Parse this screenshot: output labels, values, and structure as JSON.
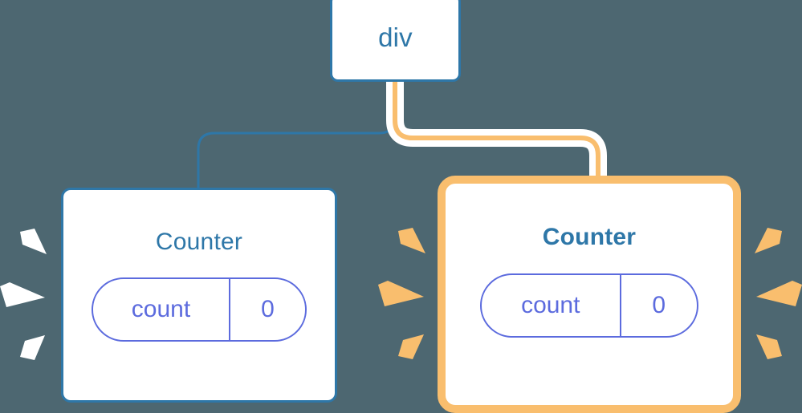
{
  "diagram": {
    "title_hidden": "React component tree re-render highlight",
    "background_color": "#4d6771",
    "colors": {
      "blue": "#2e77a8",
      "orange": "#f9be6e",
      "orange_glow": "#fbdeb3",
      "purple": "#5c6bde",
      "white": "#ffffff"
    }
  },
  "nodes": {
    "root": {
      "label": "div"
    },
    "left_child": {
      "label": "Counter",
      "state_key": "count",
      "state_value": "0",
      "highlighted": "false"
    },
    "right_child": {
      "label": "Counter",
      "state_key": "count",
      "state_value": "0",
      "highlighted": "true"
    }
  },
  "edges": [
    {
      "name": "root-to-left",
      "color": "#2e77a8"
    },
    {
      "name": "root-to-right",
      "color": "#f9be6e"
    }
  ],
  "sparkles": {
    "left_group_color": "#ffffff",
    "middle_group_color": "#f9be6e",
    "right_group_color": "#f9be6e"
  }
}
